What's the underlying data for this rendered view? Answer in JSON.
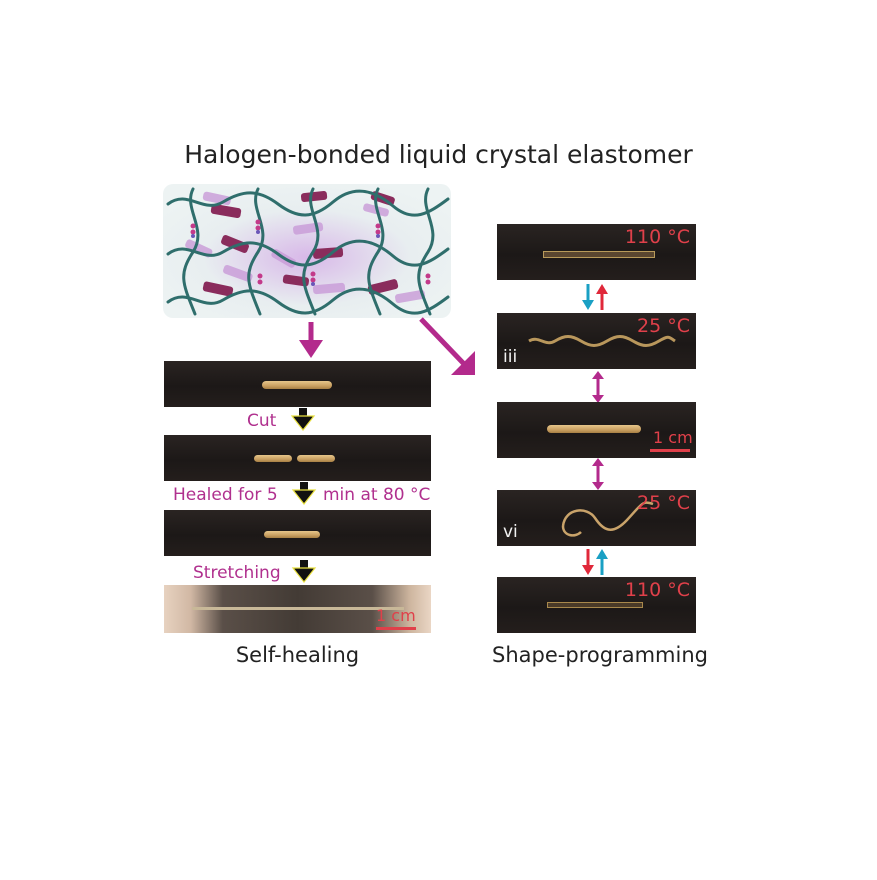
{
  "title": "Halogen-bonded liquid crystal elastomer",
  "left": {
    "caption": "Self-healing",
    "steps": [
      "Cut",
      "Healed for 5",
      "min at 80 °C",
      "Stretching"
    ],
    "scale_label": "1 cm"
  },
  "right": {
    "caption": "Shape-programming",
    "panels": [
      {
        "temp": "110 °C"
      },
      {
        "temp": "25 °C",
        "label": "iii"
      },
      {
        "scale_label": "1 cm"
      },
      {
        "temp": "25 °C",
        "label": "vi"
      },
      {
        "temp": "110 °C"
      }
    ]
  },
  "colors": {
    "arrow_magenta": "#b32a8c",
    "arrow_red": "#e0283a",
    "arrow_cyan": "#1aa0c4",
    "label_red": "#e0404a",
    "label_magenta": "#b0308e"
  }
}
